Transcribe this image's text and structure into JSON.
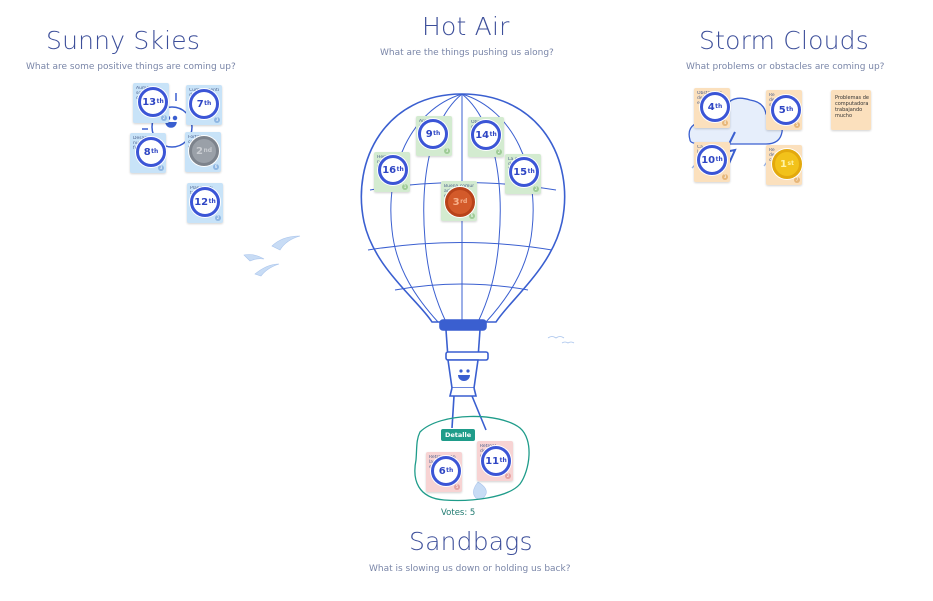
{
  "sections": {
    "sunny": {
      "title": "Sunny Skies",
      "subtitle": "What are some positive things are coming up?"
    },
    "hotair": {
      "title": "Hot Air",
      "subtitle": "What are the things pushing us along?"
    },
    "storm": {
      "title": "Storm Clouds",
      "subtitle": "What problems or obstacles are coming up?"
    },
    "sandbags": {
      "title": "Sandbags",
      "subtitle": "What is slowing us down or holding us back?"
    }
  },
  "colors": {
    "note_blue": "#c8e3f8",
    "note_green": "#d3ebd0",
    "note_orange": "#fbe0bd",
    "note_pink": "#f7d3d3",
    "rank_blue": "#3b55d6",
    "balloon_stroke": "#3a5fd0",
    "group_outline": "#1f9c8a"
  },
  "notes": {
    "n13": {
      "rank": "13",
      "suffix": "th",
      "style": "blue",
      "text": "Aumen\nsolucio\nconcre",
      "count": "2"
    },
    "n7": {
      "rank": "7",
      "suffix": "th",
      "style": "blue",
      "text": "Cumplimiento\nde procesos\nque",
      "count": "3"
    },
    "n8": {
      "rank": "8",
      "suffix": "th",
      "style": "blue",
      "text": "Desarroll\nnuevas\nfunciona",
      "count": "3"
    },
    "n2": {
      "rank": "2",
      "suffix": "nd",
      "style": "silver",
      "text": "Fortale\ncolabora\nequipo",
      "count": "6"
    },
    "n12": {
      "rank": "12",
      "suffix": "th",
      "style": "blue",
      "text": "Planificaci\ntareas de\nmanera",
      "count": "2"
    },
    "n9": {
      "rank": "9",
      "suffix": "th",
      "style": "blue",
      "text": "Aprend\nconstan\nequipo",
      "count": "3"
    },
    "n14": {
      "rank": "14",
      "suffix": "th",
      "style": "blue",
      "text": "Oblig\nclientes\ntiempo",
      "count": "2"
    },
    "n16": {
      "rank": "16",
      "suffix": "th",
      "style": "blue",
      "text": "Herra\nnuevas\nutiles",
      "count": "1"
    },
    "n15": {
      "rank": "15",
      "suffix": "th",
      "style": "blue",
      "text": "La co\nde las\ntareas",
      "count": "2"
    },
    "n3": {
      "rank": "3",
      "suffix": "rd",
      "style": "bronze",
      "text": "Buena comunic\nacion entre\nequipos",
      "count": "6"
    },
    "n4": {
      "rank": "4",
      "suffix": "th",
      "style": "blue",
      "text": "Obstaculos\ndel\nequipo",
      "count": "4"
    },
    "n5": {
      "rank": "5",
      "suffix": "th",
      "style": "blue",
      "text": "Re\nde\nsop",
      "count": "5"
    },
    "n10": {
      "rank": "10",
      "suffix": "th",
      "style": "blue",
      "text": "Ca\nlos\nserv",
      "count": "3"
    },
    "n1": {
      "rank": "1",
      "suffix": "st",
      "style": "gold",
      "text": "Re\nde\ncom",
      "count": "7"
    },
    "n6": {
      "rank": "6",
      "suffix": "th",
      "style": "blue",
      "text": "Retrasos en\nlas\nentregas",
      "count": "5"
    },
    "n11": {
      "rank": "11",
      "suffix": "th",
      "style": "blue",
      "text": "Retroal\nde los\nusuarios",
      "count": "2"
    }
  },
  "plain_note": {
    "text": "Problemas de computadora trabajando mucho"
  },
  "group": {
    "tooltip": "Detalle",
    "votes": "Votes: 5"
  },
  "icons": {
    "balloon": "hot-air-balloon-illustration",
    "sun": "sun-icon",
    "cloud": "storm-cloud-icon",
    "birds": "birds-icon",
    "sandbag": "sandbag-icon",
    "face": "smiley-face-icon"
  }
}
